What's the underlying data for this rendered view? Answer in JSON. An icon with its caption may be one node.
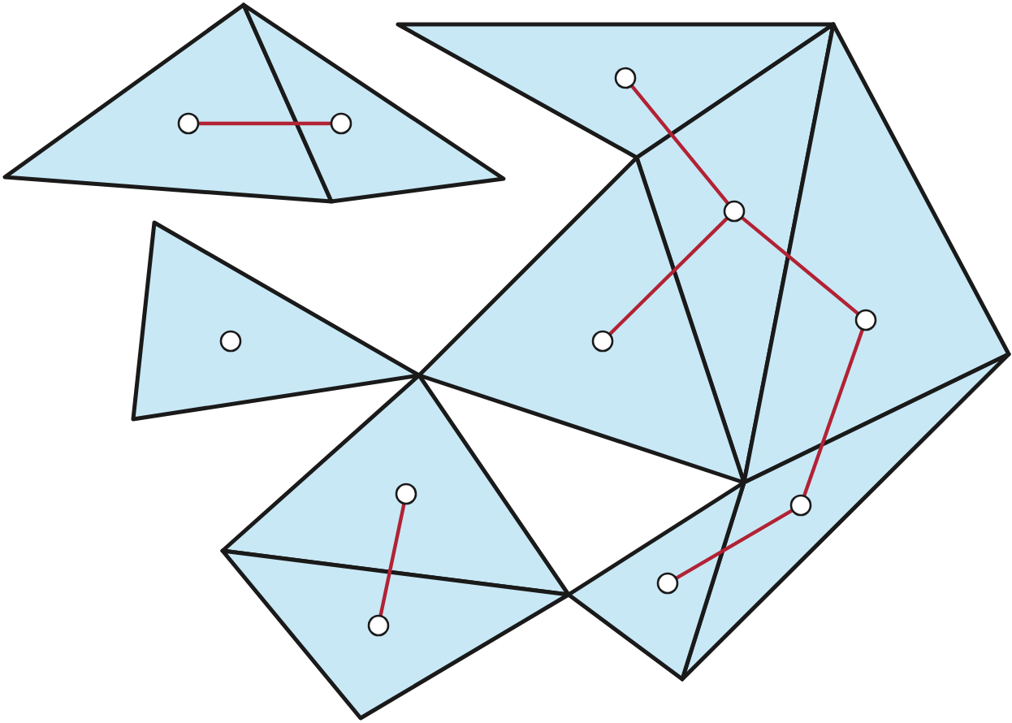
{
  "diagram": {
    "nodes": [
      {
        "text": [],
        "shape": "circle"
      },
      {
        "text": [],
        "shape": "circle"
      },
      {
        "text": [],
        "shape": "circle"
      },
      {
        "text": [],
        "shape": "circle"
      },
      {
        "text": [],
        "shape": "circle"
      },
      {
        "text": [],
        "shape": "circle"
      },
      {
        "text": [],
        "shape": "circle"
      },
      {
        "text": [],
        "shape": "circle"
      },
      {
        "text": [],
        "shape": "circle"
      },
      {
        "text": [],
        "shape": "circle"
      },
      {
        "text": [],
        "shape": "circle"
      }
    ],
    "edges": [
      {
        "from": 1,
        "to": 2,
        "arrow": "none"
      },
      {
        "from": 0,
        "to": 3,
        "arrow": "none"
      },
      {
        "from": 3,
        "to": 5,
        "arrow": "none"
      },
      {
        "from": 3,
        "to": 4,
        "arrow": "none"
      },
      {
        "from": 4,
        "to": 8,
        "arrow": "none"
      },
      {
        "from": 8,
        "to": 9,
        "arrow": "none"
      },
      {
        "from": 7,
        "to": 10,
        "arrow": "none"
      }
    ]
  }
}
